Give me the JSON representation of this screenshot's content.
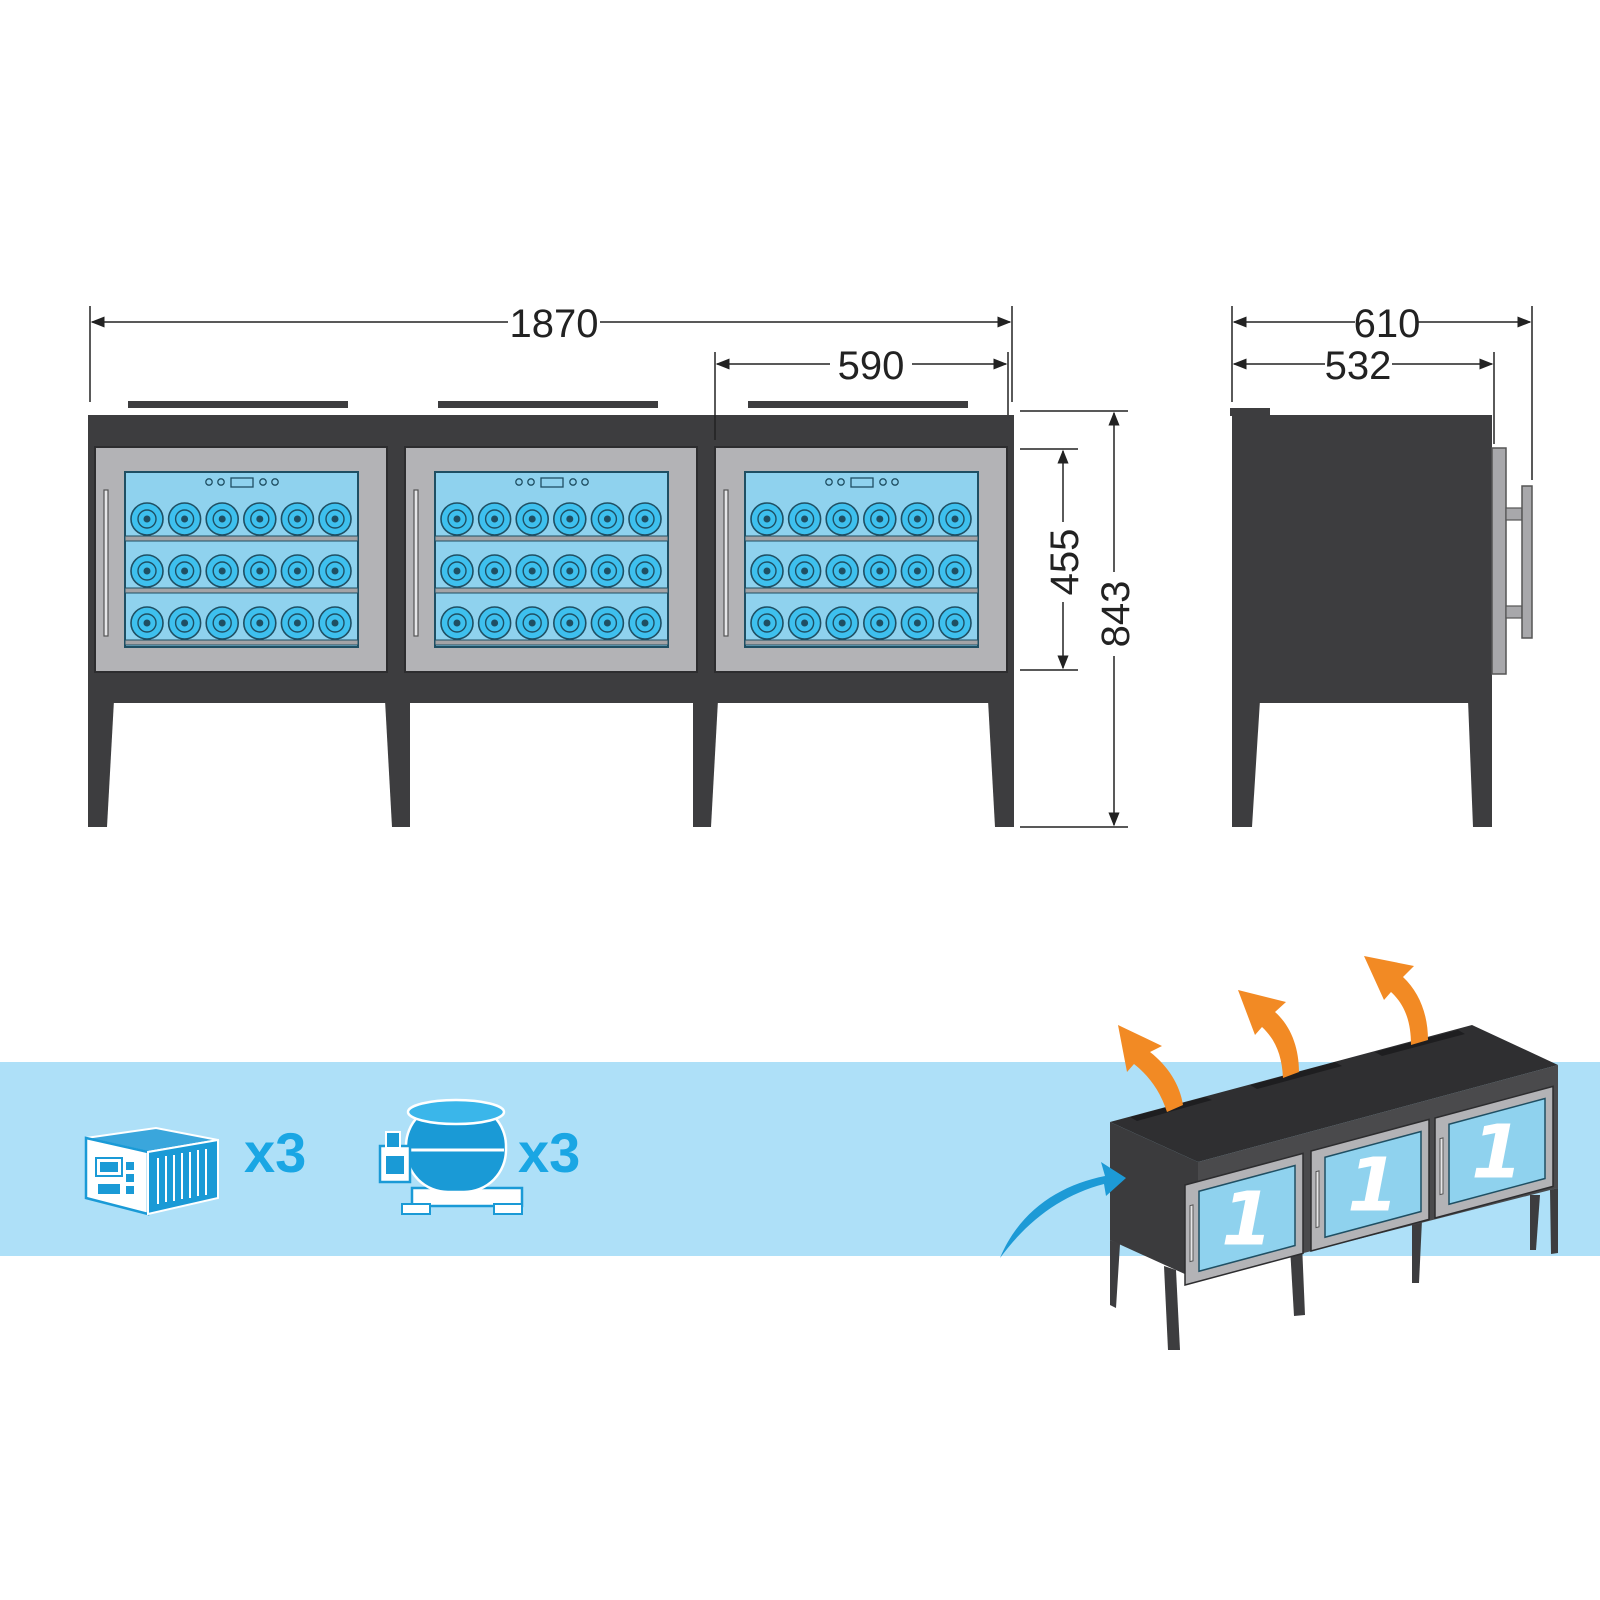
{
  "dimensions": {
    "total_width": "1870",
    "module_width": "590",
    "door_height": "455",
    "total_height": "843",
    "total_depth": "610",
    "body_depth": "532"
  },
  "components": [
    {
      "icon": "thermostat-controller-icon",
      "count": "x3"
    },
    {
      "icon": "compressor-icon",
      "count": "x3"
    }
  ],
  "zones": [
    "1",
    "1",
    "1"
  ],
  "colors": {
    "cabinet": "#3d3d3f",
    "door_frame": "#b3b3b6",
    "glass": "#8fd2ee",
    "band": "#aee0f8",
    "accent_text": "#1aa6e4",
    "airflow_out": "#f28a24",
    "airflow_in": "#1d9ad6"
  }
}
